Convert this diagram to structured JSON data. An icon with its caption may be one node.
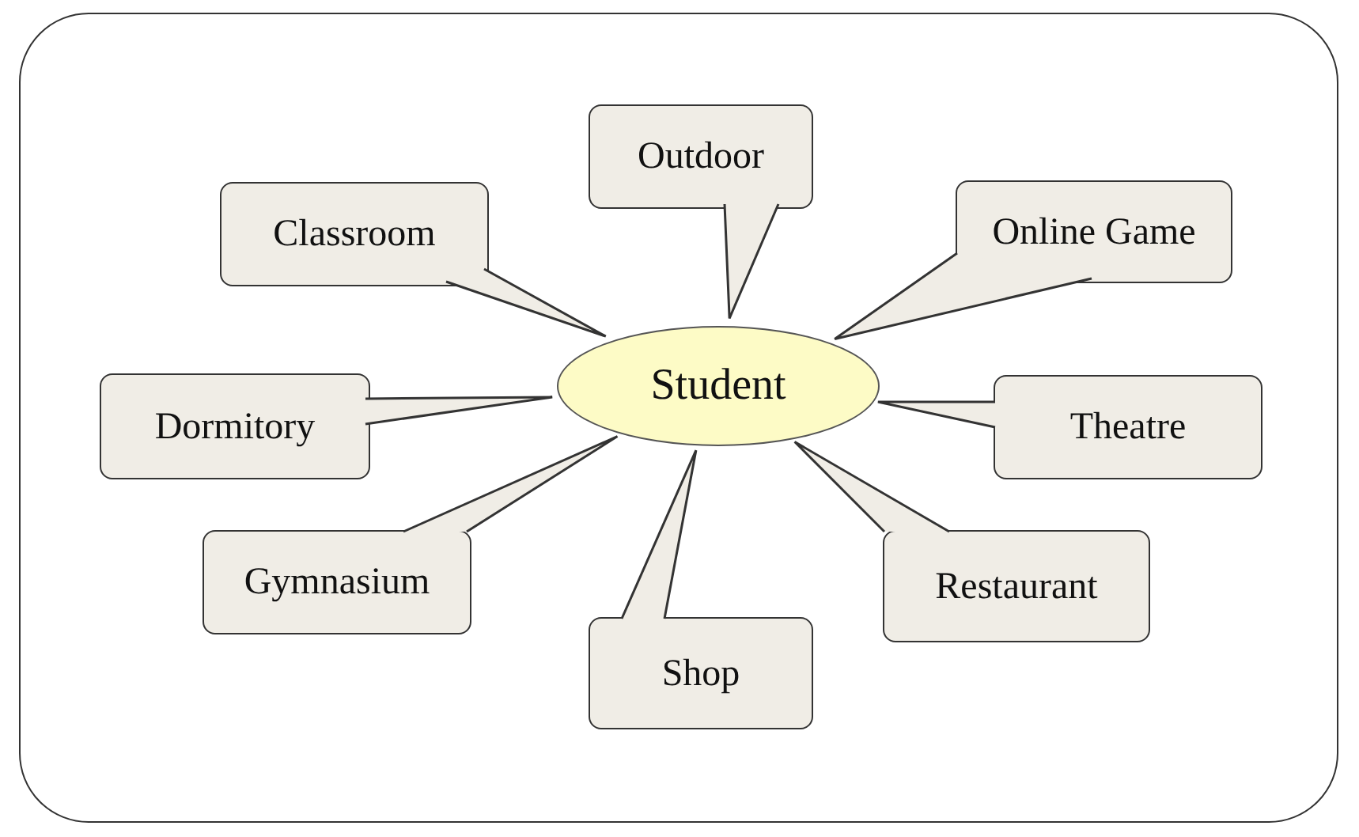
{
  "diagram": {
    "nodes": [
      {
        "text": [],
        "shape": "box"
      },
      {
        "text": [
          "Outdoor"
        ],
        "in": 0
      },
      {
        "text": [
          "Classroom"
        ],
        "in": 0
      },
      {
        "text": [
          "Online Game"
        ],
        "in": 0
      },
      {
        "text": [
          "Dormitory"
        ],
        "in": 0
      },
      {
        "text": [
          "Student"
        ],
        "in": 0
      },
      {
        "text": [
          "Theatre"
        ],
        "in": 0
      },
      {
        "text": [
          "Gymnasium"
        ],
        "in": 0
      },
      {
        "text": [
          "Restaurant"
        ],
        "in": 0
      },
      {
        "text": [
          "Shop"
        ],
        "in": 0
      }
    ],
    "edges": [
      {
        "from": 1,
        "to": 5,
        "arrow": "none"
      },
      {
        "from": 2,
        "to": 5,
        "arrow": "none"
      },
      {
        "from": 3,
        "to": 5,
        "arrow": "none"
      },
      {
        "from": 4,
        "to": 5,
        "arrow": "none"
      },
      {
        "from": 6,
        "to": 5,
        "arrow": "none"
      },
      {
        "from": 7,
        "to": 5,
        "arrow": "none"
      },
      {
        "from": 8,
        "to": 5,
        "arrow": "none"
      },
      {
        "from": 9,
        "to": 5,
        "arrow": "none"
      }
    ]
  }
}
